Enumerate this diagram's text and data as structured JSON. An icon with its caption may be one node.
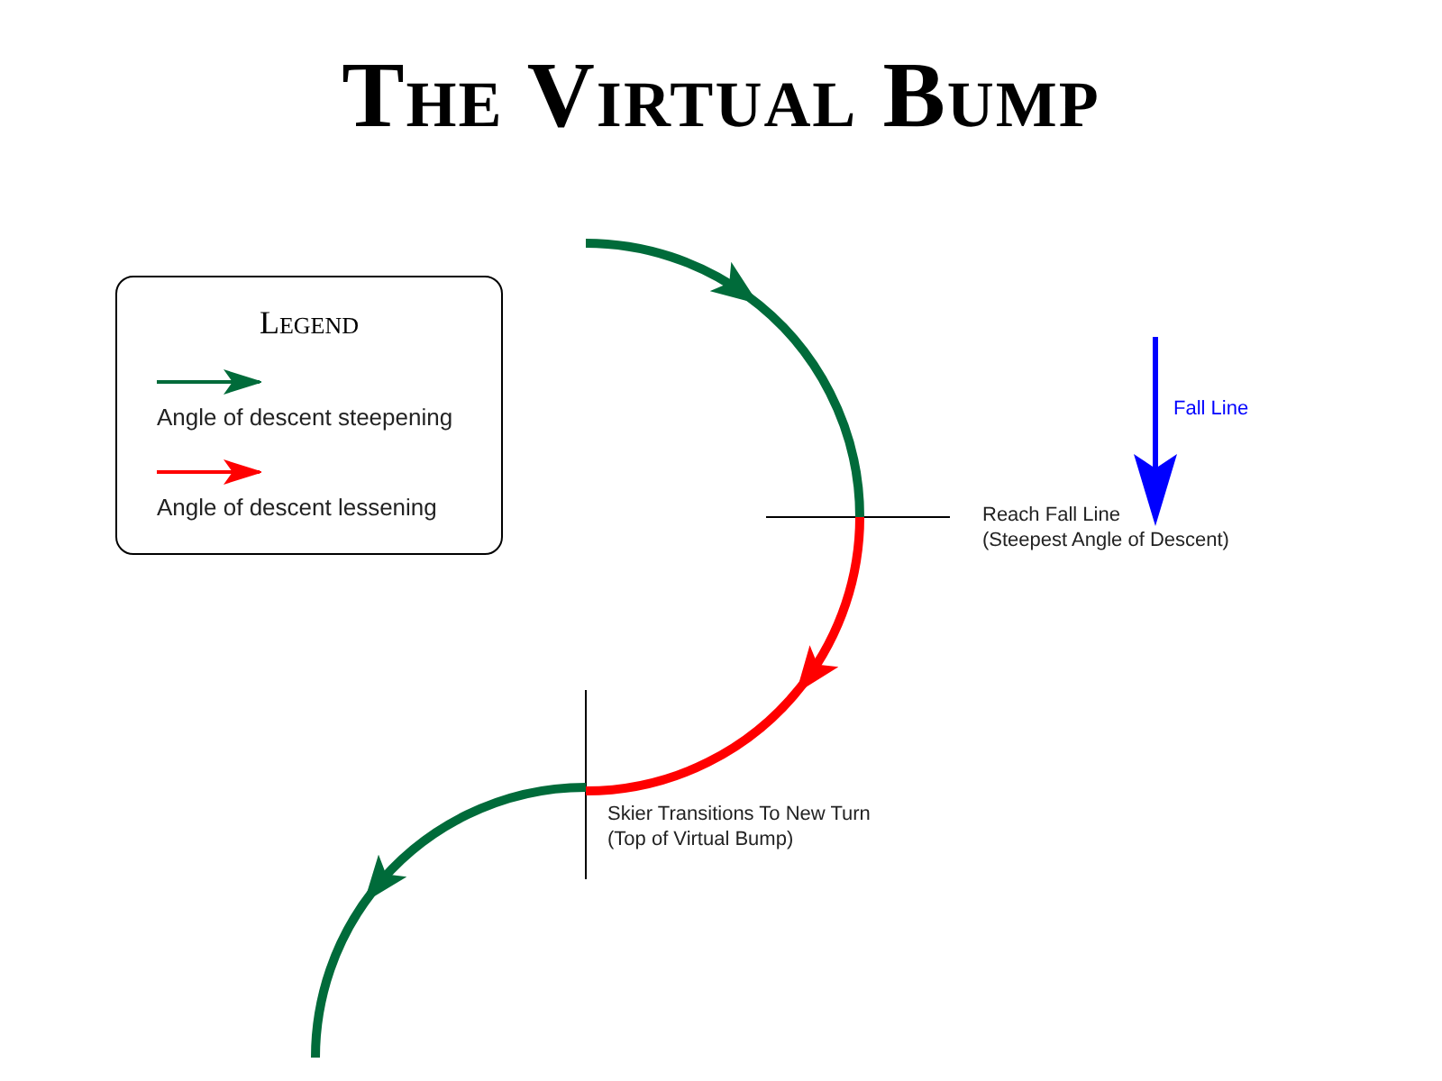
{
  "diagram": {
    "title": "The Virtual Bump",
    "labels": [
      "Legend",
      "Fall Line",
      "Reach Fall Line",
      "(Steepest Angle of Descent)",
      "Skier Transitions To New Turn",
      "(Top of Virtual Bump)"
    ],
    "legend": [
      {
        "text": "Angle of descent steepening"
      },
      {
        "text": "Angle of descent lessening"
      }
    ]
  }
}
